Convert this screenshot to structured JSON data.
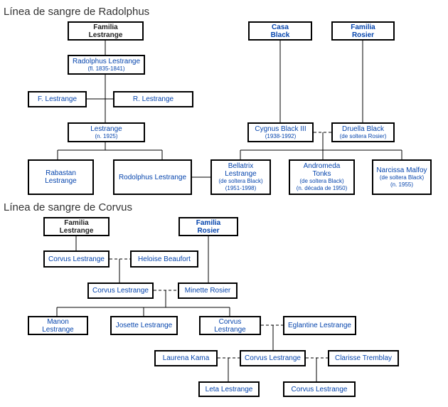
{
  "headings": {
    "radolphus": "Línea de sangre de Radolphus",
    "corvus": "Línea de sangre de Corvus"
  },
  "tree1": {
    "familia_lestrange": [
      "Familia",
      "Lestrange"
    ],
    "radolphus": "Radolphus Lestrange",
    "radolphus_note": "(fl. 1835-1841)",
    "f_lestrange": "F. Lestrange",
    "r_lestrange": "R. Lestrange",
    "lestrange_1925": "Lestrange",
    "lestrange_1925_note": "(n. 1925)",
    "rabastan": [
      "Rabastan",
      "Lestrange"
    ],
    "rodolphus": "Rodolphus Lestrange",
    "casa_black": [
      "Casa",
      "Black"
    ],
    "familia_rosier": [
      "Familia",
      "Rosier"
    ],
    "cygnus": "Cygnus Black III",
    "cygnus_note": "(1938-1992)",
    "druella": "Druella Black",
    "druella_note": "(de soltera Rosier)",
    "bellatrix": [
      "Bellatrix",
      "Lestrange"
    ],
    "bellatrix_notes": [
      "(de soltera Black)",
      "(1951-1998)"
    ],
    "andromeda": [
      "Andromeda",
      "Tonks"
    ],
    "andromeda_notes": [
      "(de soltera Black)",
      "(n. década de 1950)"
    ],
    "narcissa": "Narcissa Malfoy",
    "narcissa_notes": [
      "(de soltera Black)",
      "(n. 1955)"
    ]
  },
  "tree2": {
    "familia_lestrange": [
      "Familia",
      "Lestrange"
    ],
    "familia_rosier": [
      "Familia",
      "Rosier"
    ],
    "corvus_1": "Corvus Lestrange",
    "heloise": "Heloise Beaufort",
    "corvus_2": "Corvus Lestrange",
    "minette": "Minette Rosier",
    "manon": [
      "Manon",
      "Lestrange"
    ],
    "josette": "Josette Lestrange",
    "corvus_3": [
      "Corvus",
      "Lestrange"
    ],
    "eglantine": "Eglantine Lestrange",
    "laurena": "Laurena Kama",
    "corvus_4": "Corvus Lestrange",
    "clarisse": "Clarisse Tremblay",
    "leta": "Leta Lestrange",
    "corvus_5": "Corvus Lestrange"
  }
}
